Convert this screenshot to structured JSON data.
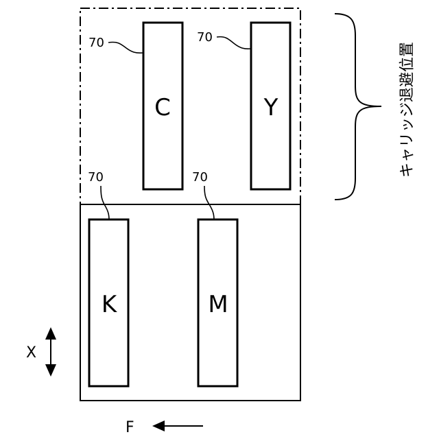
{
  "heads": [
    {
      "label": "C",
      "ref": "70"
    },
    {
      "label": "Y",
      "ref": "70"
    },
    {
      "label": "K",
      "ref": "70"
    },
    {
      "label": "M",
      "ref": "70"
    }
  ],
  "region_label": "キャリッジ退避位置",
  "axis_x_label": "X",
  "feed_label": "F"
}
